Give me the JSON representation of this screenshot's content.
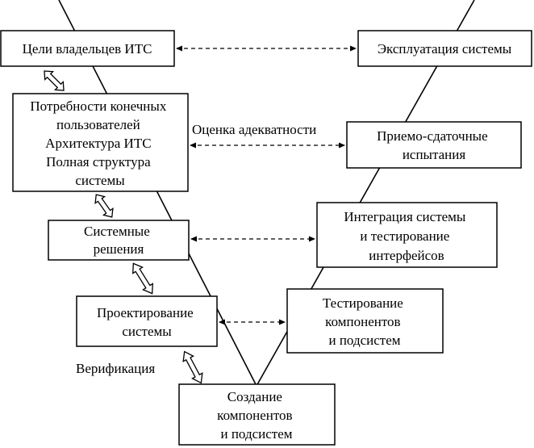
{
  "diagram": {
    "boxes": {
      "goals": [
        "Цели владельцев ИТС"
      ],
      "needs": [
        "Потребности конечных",
        "пользователей",
        "Архитектура ИТС",
        "Полная структура",
        "системы"
      ],
      "system_solutions": [
        "Системные",
        "решения"
      ],
      "system_design": [
        "Проектирование",
        "системы"
      ],
      "components_creation": [
        "Создание",
        "компонентов",
        "и подсистем"
      ],
      "operation": [
        "Эксплуатация системы"
      ],
      "acceptance": [
        "Приемо-сдаточные",
        "испытания"
      ],
      "integration": [
        "Интеграция системы",
        "и тестирование",
        "интерфейсов"
      ],
      "component_testing": [
        "Тестирование",
        "компонентов",
        "и подсистем"
      ]
    },
    "labels": {
      "adequacy": "Оценка адекватности",
      "verification": "Верификация"
    }
  }
}
